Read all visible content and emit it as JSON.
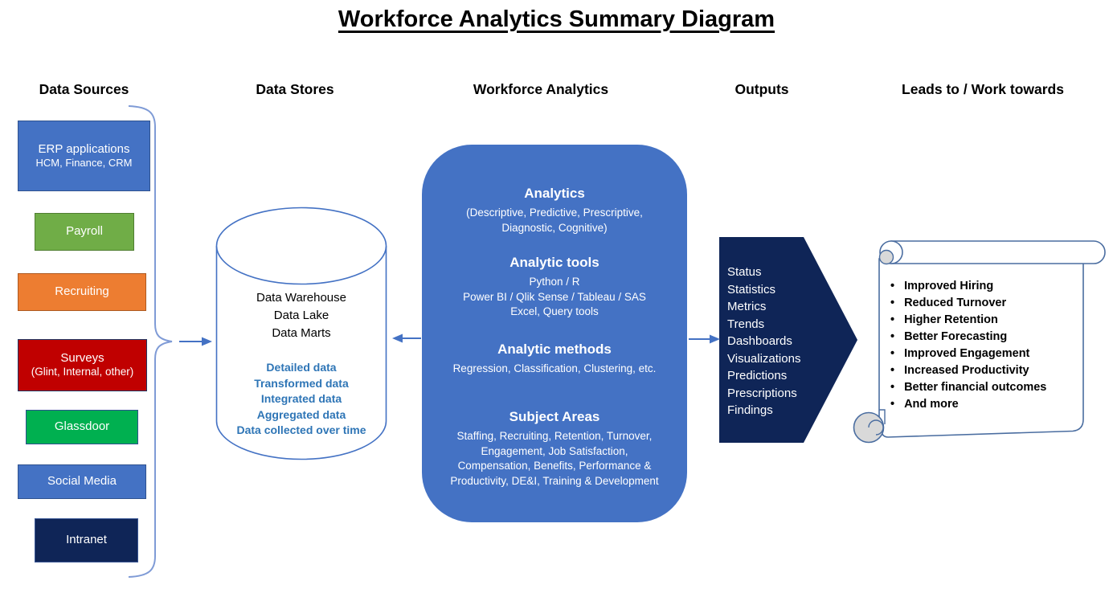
{
  "title": "Workforce Analytics Summary Diagram",
  "palette": {
    "accent_blue": "#4472C4",
    "accent_blue_border": "#2F528F",
    "green": "#70AD47",
    "orange": "#ED7D31",
    "red": "#C00000",
    "bright_green": "#00B050",
    "navy": "#0F2557",
    "link_blue_text": "#2E75B6",
    "connector_blue": "#4472C4",
    "curl_gray": "#D9D9D9"
  },
  "headers": {
    "data_sources": "Data Sources",
    "data_stores": "Data Stores",
    "workforce_analytics": "Workforce Analytics",
    "outputs": "Outputs",
    "leads_to": "Leads to / Work towards"
  },
  "data_sources": {
    "items": [
      {
        "label": "ERP applications",
        "sublabel": "HCM, Finance, CRM",
        "color": "#4472C4"
      },
      {
        "label": "Payroll",
        "color": "#70AD47"
      },
      {
        "label": "Recruiting",
        "color": "#ED7D31"
      },
      {
        "label": "Surveys",
        "sublabel": "(Glint, Internal, other)",
        "color": "#C00000"
      },
      {
        "label": "Glassdoor",
        "color": "#00B050"
      },
      {
        "label": "Social Media",
        "color": "#4472C4"
      },
      {
        "label": "Intranet",
        "color": "#0F2557"
      }
    ]
  },
  "data_stores": {
    "store_types": [
      "Data Warehouse",
      "Data Lake",
      "Data Marts"
    ],
    "data_characteristics": [
      "Detailed data",
      "Transformed data",
      "Integrated data",
      "Aggregated data",
      "Data collected over time"
    ]
  },
  "workforce_analytics": {
    "sections": [
      {
        "heading": "Analytics",
        "lines": [
          "(Descriptive, Predictive, Prescriptive,",
          "Diagnostic, Cognitive)"
        ]
      },
      {
        "heading": "Analytic tools",
        "lines": [
          "Python / R",
          "Power BI / Qlik Sense / Tableau / SAS",
          "Excel, Query tools"
        ]
      },
      {
        "heading": "Analytic methods",
        "lines": [
          "Regression, Classification, Clustering, etc."
        ]
      },
      {
        "heading": "Subject Areas",
        "lines": [
          "Staffing, Recruiting, Retention, Turnover,",
          "Engagement, Job Satisfaction,",
          "Compensation, Benefits, Performance &",
          "Productivity, DE&I, Training & Development"
        ]
      }
    ]
  },
  "outputs": {
    "items": [
      "Status",
      "Statistics",
      "Metrics",
      "Trends",
      "Dashboards",
      "Visualizations",
      "Predictions",
      "Prescriptions",
      "Findings"
    ]
  },
  "leads_to": {
    "items": [
      "Improved Hiring",
      "Reduced Turnover",
      "Higher Retention",
      "Better Forecasting",
      "Improved Engagement",
      "Increased Productivity",
      "Better financial outcomes",
      "And more"
    ]
  }
}
